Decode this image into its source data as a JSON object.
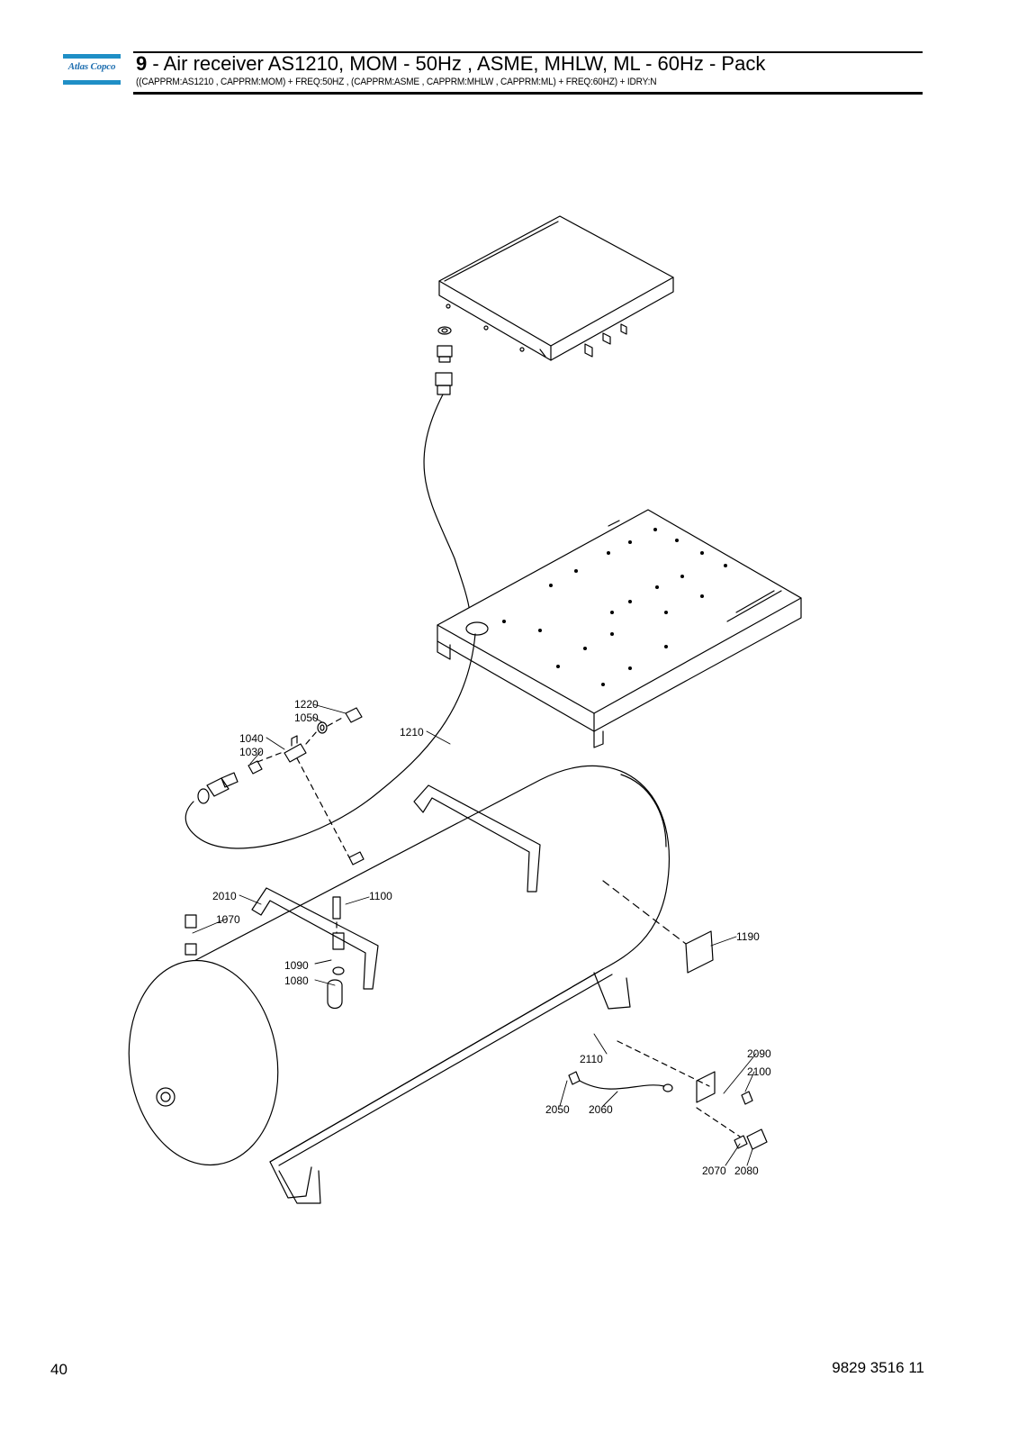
{
  "header": {
    "logo_text": "Atlas Copco",
    "section_number": "9",
    "title": " - Air receiver AS1210, MOM - 50Hz , ASME, MHLW, ML - 60Hz - Pack",
    "subtitle": "((CAPPRM:AS1210 , CAPPRM:MOM) + FREQ:50HZ , (CAPPRM:ASME , CAPPRM:MHLW , CAPPRM:ML) + FREQ:60HZ) + IDRY:N"
  },
  "labels": {
    "l1220": "1220",
    "l1050": "1050",
    "l1040": "1040",
    "l1030": "1030",
    "l1210": "1210",
    "l2010": "2010",
    "l1100": "1100",
    "l1070": "1070",
    "l1090": "1090",
    "l1080": "1080",
    "l1190": "1190",
    "l2110": "2110",
    "l2090": "2090",
    "l2100": "2100",
    "l2050": "2050",
    "l2060": "2060",
    "l2070": "2070",
    "l2080": "2080"
  },
  "footer": {
    "page_number": "40",
    "document_number": "9829 3516 11"
  }
}
